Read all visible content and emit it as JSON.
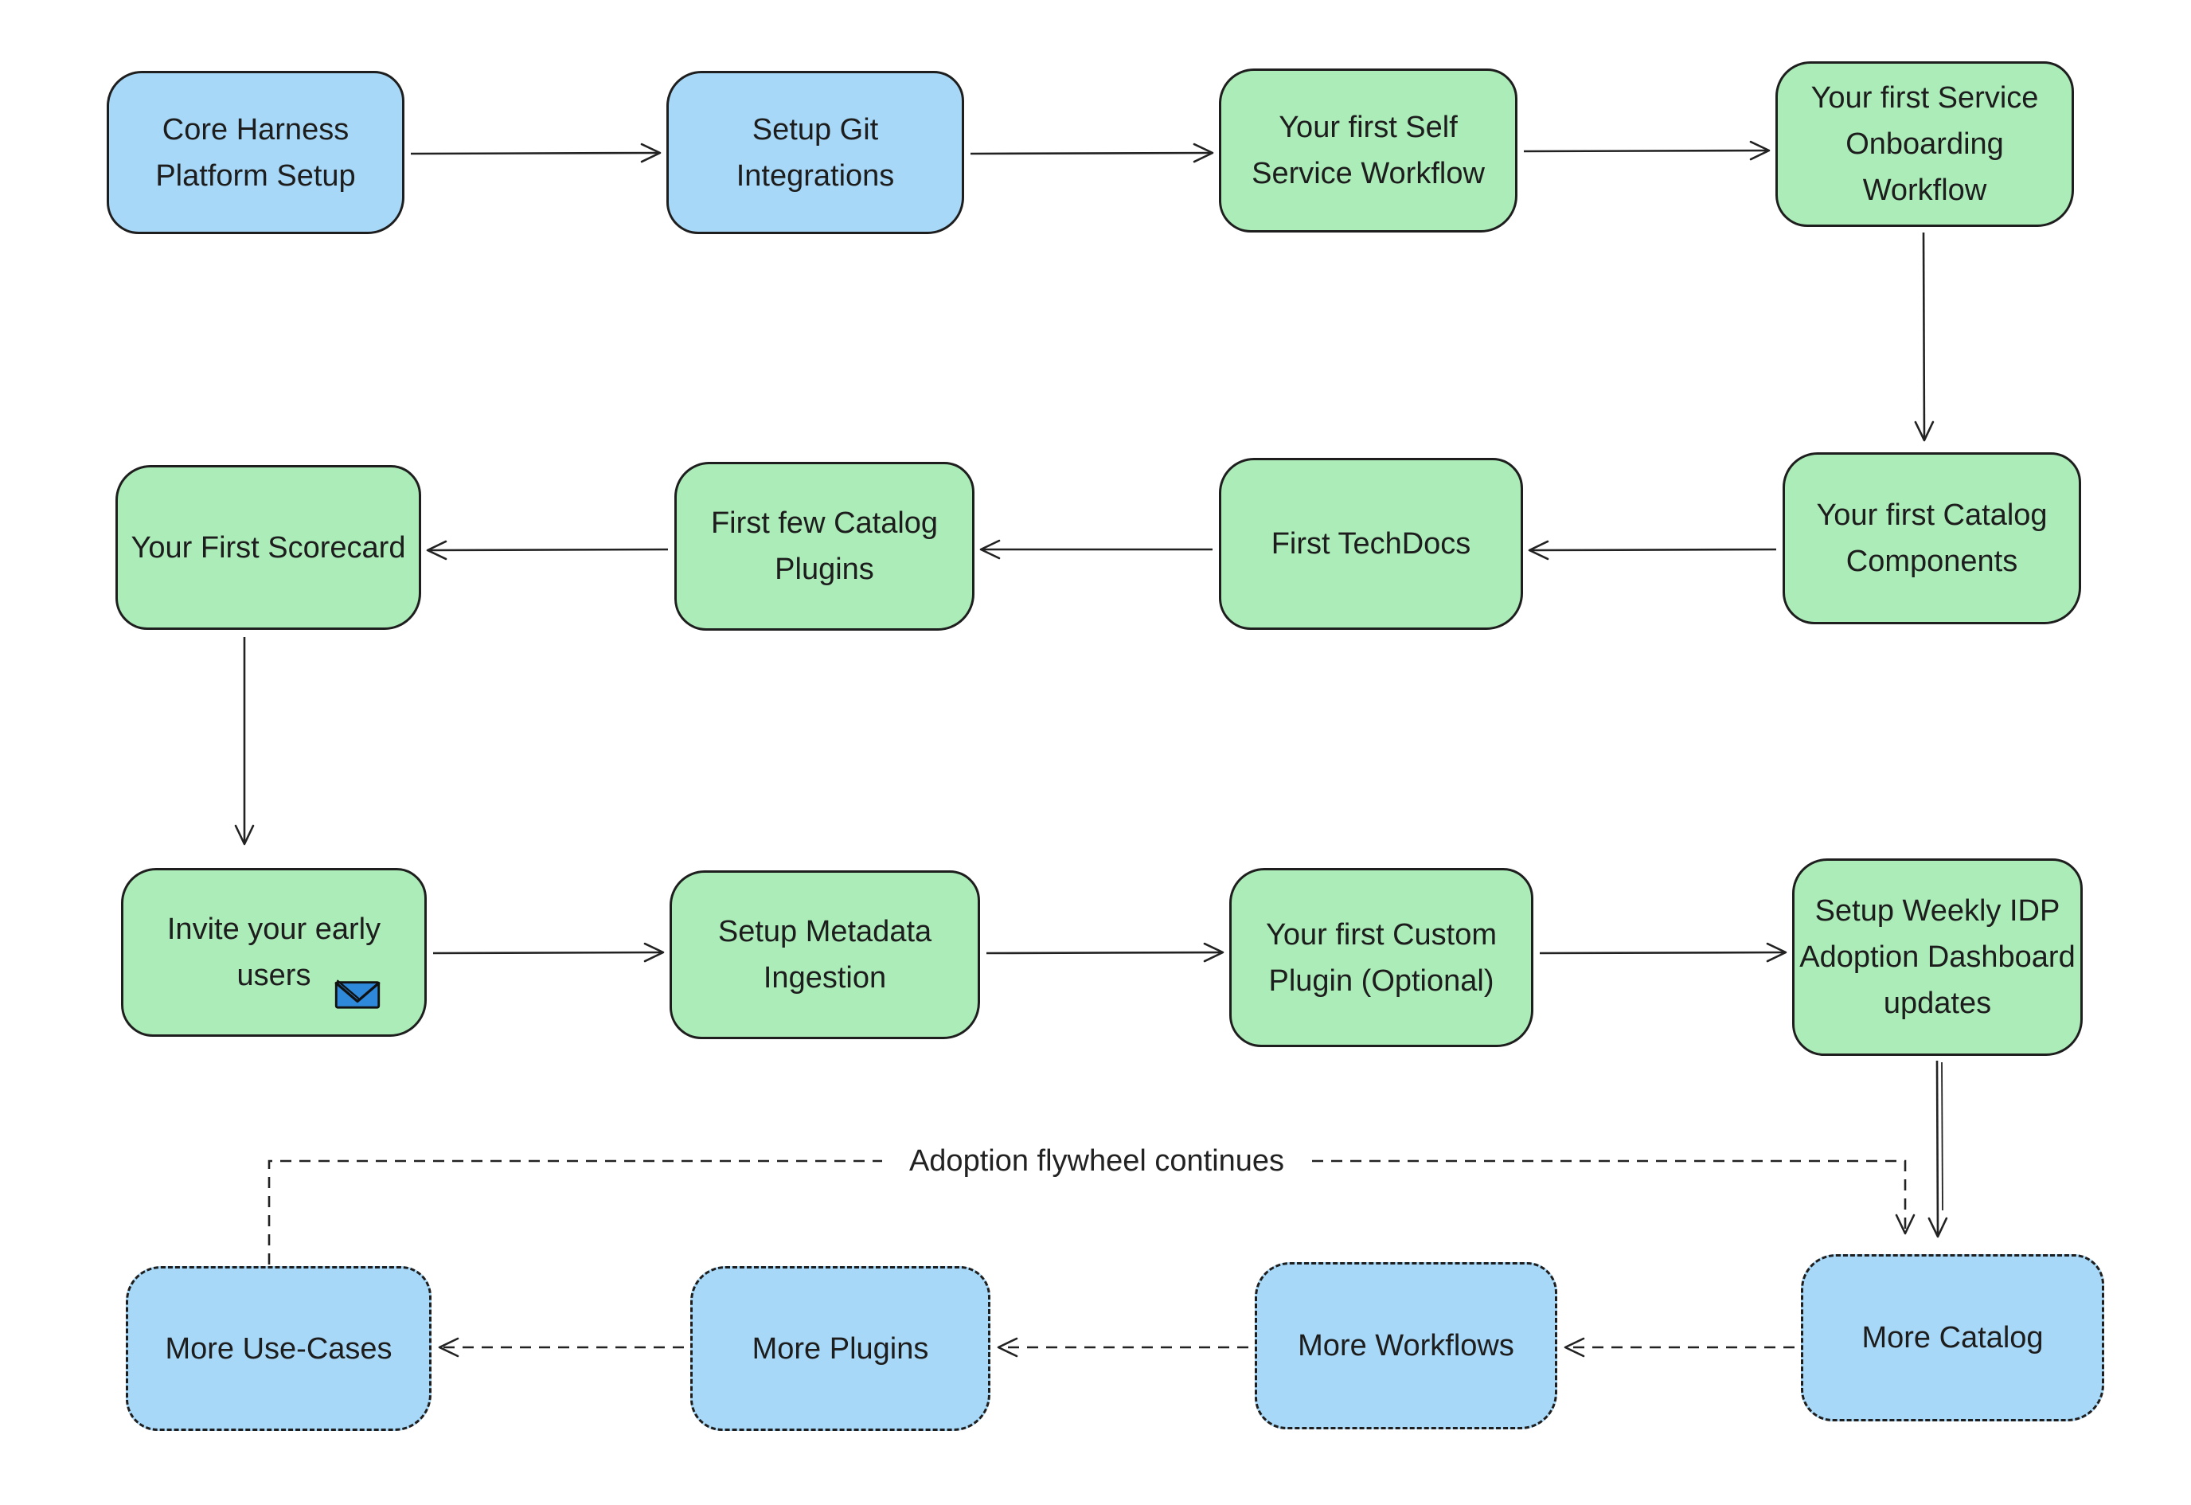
{
  "diagram": {
    "flywheel": {
      "label": "Adoption flywheel continues"
    },
    "colors": {
      "background": "#ffffff",
      "blue_node_fill": "#a8d8f7",
      "green_node_fill": "#abecb8",
      "stroke": "#1e1e1e",
      "text": "#1d1d1d",
      "envelope_blue": "#2e89da"
    },
    "nodes": [
      {
        "id": "core-harness-platform-setup",
        "label": "Core Harness Platform Setup",
        "color": "blue",
        "border": "solid"
      },
      {
        "id": "setup-git-integrations",
        "label": "Setup Git Integrations",
        "color": "blue",
        "border": "solid"
      },
      {
        "id": "first-self-service-workflow",
        "label": "Your first Self Service Workflow",
        "color": "green",
        "border": "solid"
      },
      {
        "id": "first-service-onboarding-workflow",
        "label": "Your first Service Onboarding Workflow",
        "color": "green",
        "border": "solid"
      },
      {
        "id": "first-scorecard",
        "label": "Your First Scorecard",
        "color": "green",
        "border": "solid"
      },
      {
        "id": "first-few-catalog-plugins",
        "label": "First few Catalog Plugins",
        "color": "green",
        "border": "solid"
      },
      {
        "id": "first-techdocs",
        "label": "First TechDocs",
        "color": "green",
        "border": "solid"
      },
      {
        "id": "first-catalog-components",
        "label": "Your first Catalog Components",
        "color": "green",
        "border": "solid"
      },
      {
        "id": "invite-early-users",
        "label": "Invite your early users",
        "color": "green",
        "border": "solid",
        "icon": "envelope-icon"
      },
      {
        "id": "setup-metadata-ingestion",
        "label": "Setup Metadata Ingestion",
        "color": "green",
        "border": "solid"
      },
      {
        "id": "first-custom-plugin",
        "label": "Your first Custom Plugin (Optional)",
        "color": "green",
        "border": "solid"
      },
      {
        "id": "weekly-idp-adoption-dashboard",
        "label": "Setup Weekly IDP Adoption Dashboard updates",
        "color": "green",
        "border": "solid"
      },
      {
        "id": "more-use-cases",
        "label": "More Use-Cases",
        "color": "blue",
        "border": "dashed"
      },
      {
        "id": "more-plugins",
        "label": "More Plugins",
        "color": "blue",
        "border": "dashed"
      },
      {
        "id": "more-workflows",
        "label": "More Workflows",
        "color": "blue",
        "border": "dashed"
      },
      {
        "id": "more-catalog",
        "label": "More Catalog",
        "color": "blue",
        "border": "dashed"
      }
    ]
  }
}
